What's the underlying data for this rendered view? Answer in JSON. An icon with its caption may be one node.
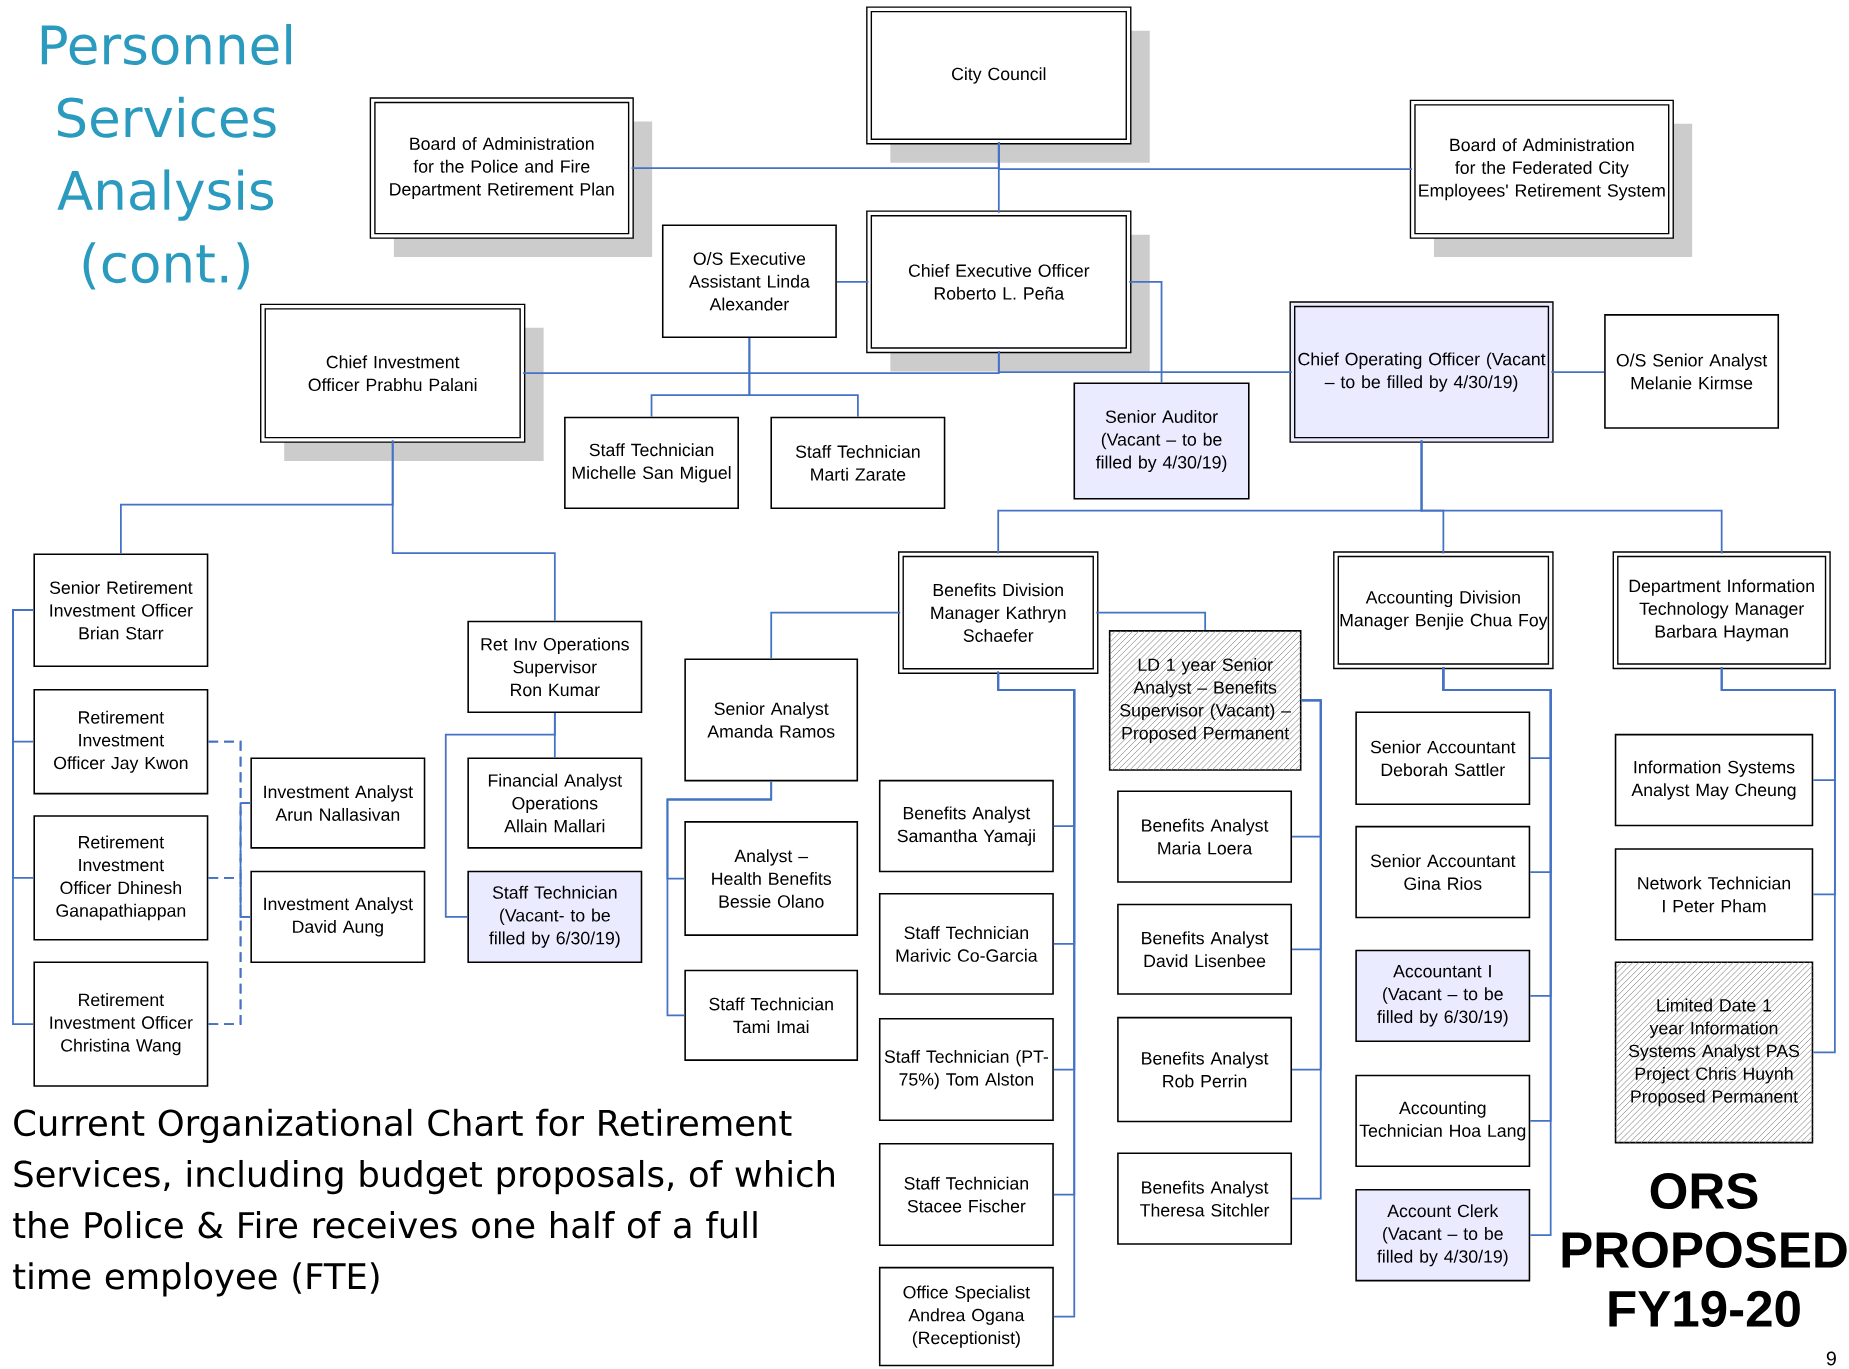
{
  "diagram": {
    "title": "Personnel Services Analysis (cont.)",
    "caption": "Current Organizational Chart for Retirement Services, including budget proposals, of which the Police & Fire receives one half of a full time employee (FTE)",
    "nodes": [
      {
        "text": [
          "City Council"
        ]
      },
      {
        "text": [
          "Board of Administration for the Police and Fire Department Retirement Plan"
        ]
      },
      {
        "text": [
          "Board of Administration for the Federated City Employees' Retirement System"
        ]
      },
      {
        "text": [
          "O/S Executive Assistant Linda Alexander"
        ]
      },
      {
        "text": [
          "Chief Executive Officer Roberto L. Peña"
        ]
      },
      {
        "text": [
          "Chief Investment Officer Prabhu Palani"
        ]
      },
      {
        "text": [
          "Staff Technician Michelle San Miguel"
        ]
      },
      {
        "text": [
          "Staff Technician Marti Zarate"
        ]
      },
      {
        "text": [
          "Senior Auditor (Vacant – to be filled by 4/30/19)"
        ]
      },
      {
        "text": [
          "Chief Operating Officer (Vacant – to be filled by 4/30/19)"
        ]
      },
      {
        "text": [
          "O/S Senior Analyst Melanie Kirmse"
        ]
      },
      {
        "text": [
          "Senior Retirement Investment Officer Brian Starr"
        ]
      },
      {
        "text": [
          "Retirement Investment Officer Jay Kwon"
        ]
      },
      {
        "text": [
          "Retirement Investment Officer Dhinesh Ganapathiappan"
        ]
      },
      {
        "text": [
          "Retirement Investment Officer Christina Wang"
        ]
      },
      {
        "text": [
          "Investment Analyst Arun Nallasivan"
        ]
      },
      {
        "text": [
          "Investment Analyst David Aung"
        ]
      },
      {
        "text": [
          "Ret Inv Operations Supervisor Ron Kumar"
        ]
      },
      {
        "text": [
          "Financial Analyst Operations Allain Mallari"
        ]
      },
      {
        "text": [
          "Staff Technician (Vacant- to be filled by 6/30/19)"
        ]
      },
      {
        "text": [
          "Benefits Division Manager Kathryn Schaefer"
        ]
      },
      {
        "text": [
          "Senior Analyst Amanda Ramos"
        ]
      },
      {
        "text": [
          "Analyst – Health Benefits Bessie Olano"
        ]
      },
      {
        "text": [
          "Staff Technician Tami Imai"
        ]
      },
      {
        "text": [
          "LD 1 year Senior Analyst – Benefits Supervisor (Vacant) – Proposed Permanent"
        ]
      },
      {
        "text": [
          "Benefits Analyst Samantha Yamaji"
        ]
      },
      {
        "text": [
          "Staff Technician Marivic Co-Garcia"
        ]
      },
      {
        "text": [
          "Staff Technician (PT- 75%) Tom Alston"
        ]
      },
      {
        "text": [
          "Staff Technician Stacee Fischer"
        ]
      },
      {
        "text": [
          "Office Specialist Andrea Ogana (Receptionist)"
        ]
      },
      {
        "text": [
          "Benefits Analyst Maria Loera"
        ]
      },
      {
        "text": [
          "Benefits Analyst David Lisenbee"
        ]
      },
      {
        "text": [
          "Benefits Analyst Rob Perrin"
        ]
      },
      {
        "text": [
          "Benefits Analyst Theresa Sitchler"
        ]
      },
      {
        "text": [
          "Accounting Division Manager Benjie Chua Foy"
        ]
      },
      {
        "text": [
          "Senior Accountant Deborah Sattler"
        ]
      },
      {
        "text": [
          "Senior Accountant Gina Rios"
        ]
      },
      {
        "text": [
          "Accountant I (Vacant – to be filled by 6/30/19)"
        ]
      },
      {
        "text": [
          "Accounting Technician Hoa Lang"
        ]
      },
      {
        "text": [
          "Account Clerk (Vacant – to be filled by 4/30/19)"
        ]
      },
      {
        "text": [
          "Department Information Technology Manager Barbara Hayman"
        ]
      },
      {
        "text": [
          "Information Systems Analyst May Cheung"
        ]
      },
      {
        "text": [
          "Network Technician I Peter Pham"
        ]
      },
      {
        "text": [
          "Limited Date 1 year Information Systems Analyst PAS Project Chris Huynh Proposed Permanent"
        ]
      }
    ],
    "edges": [
      {
        "from": 0,
        "to": 1,
        "arrow": "none"
      },
      {
        "from": 0,
        "to": 2,
        "arrow": "none"
      },
      {
        "from": 0,
        "to": 4,
        "arrow": "none"
      },
      {
        "from": 4,
        "to": 3,
        "arrow": "none"
      },
      {
        "from": 4,
        "to": 5,
        "arrow": "none"
      },
      {
        "from": 4,
        "to": 9,
        "arrow": "none"
      },
      {
        "from": 3,
        "to": 6,
        "arrow": "none"
      },
      {
        "from": 3,
        "to": 7,
        "arrow": "none"
      },
      {
        "from": 4,
        "to": 8,
        "arrow": "none"
      },
      {
        "from": 9,
        "to": 10,
        "arrow": "none"
      },
      {
        "from": 5,
        "to": 11,
        "arrow": "none"
      },
      {
        "from": 5,
        "to": 17,
        "arrow": "none"
      },
      {
        "from": 11,
        "to": 12,
        "arrow": "none"
      },
      {
        "from": 11,
        "to": 13,
        "arrow": "none"
      },
      {
        "from": 11,
        "to": 14,
        "arrow": "none"
      },
      {
        "from": 12,
        "to": 15,
        "arrow": "none",
        "style": "dashed"
      },
      {
        "from": 12,
        "to": 16,
        "arrow": "none",
        "style": "dashed"
      },
      {
        "from": 13,
        "to": 15,
        "arrow": "none",
        "style": "dashed"
      },
      {
        "from": 13,
        "to": 16,
        "arrow": "none",
        "style": "dashed"
      },
      {
        "from": 14,
        "to": 15,
        "arrow": "none",
        "style": "dashed"
      },
      {
        "from": 14,
        "to": 16,
        "arrow": "none",
        "style": "dashed"
      },
      {
        "from": 17,
        "to": 18,
        "arrow": "none"
      },
      {
        "from": 17,
        "to": 19,
        "arrow": "none"
      },
      {
        "from": 9,
        "to": 20,
        "arrow": "none"
      },
      {
        "from": 9,
        "to": 34,
        "arrow": "none"
      },
      {
        "from": 9,
        "to": 40,
        "arrow": "none"
      },
      {
        "from": 20,
        "to": 21,
        "arrow": "none"
      },
      {
        "from": 21,
        "to": 22,
        "arrow": "none"
      },
      {
        "from": 21,
        "to": 23,
        "arrow": "none"
      },
      {
        "from": 20,
        "to": 24,
        "arrow": "none"
      },
      {
        "from": 20,
        "to": 25,
        "arrow": "none"
      },
      {
        "from": 20,
        "to": 26,
        "arrow": "none"
      },
      {
        "from": 20,
        "to": 27,
        "arrow": "none"
      },
      {
        "from": 20,
        "to": 28,
        "arrow": "none"
      },
      {
        "from": 20,
        "to": 29,
        "arrow": "none"
      },
      {
        "from": 24,
        "to": 30,
        "arrow": "none"
      },
      {
        "from": 24,
        "to": 31,
        "arrow": "none"
      },
      {
        "from": 24,
        "to": 32,
        "arrow": "none"
      },
      {
        "from": 24,
        "to": 33,
        "arrow": "none"
      },
      {
        "from": 34,
        "to": 35,
        "arrow": "none"
      },
      {
        "from": 34,
        "to": 36,
        "arrow": "none"
      },
      {
        "from": 34,
        "to": 37,
        "arrow": "none"
      },
      {
        "from": 34,
        "to": 38,
        "arrow": "none"
      },
      {
        "from": 34,
        "to": 39,
        "arrow": "none"
      },
      {
        "from": 40,
        "to": 41,
        "arrow": "none"
      },
      {
        "from": 40,
        "to": 42,
        "arrow": "none"
      },
      {
        "from": 40,
        "to": 43,
        "arrow": "none"
      }
    ],
    "labels": [
      "ORS PROPOSED FY19-20",
      "9"
    ]
  }
}
